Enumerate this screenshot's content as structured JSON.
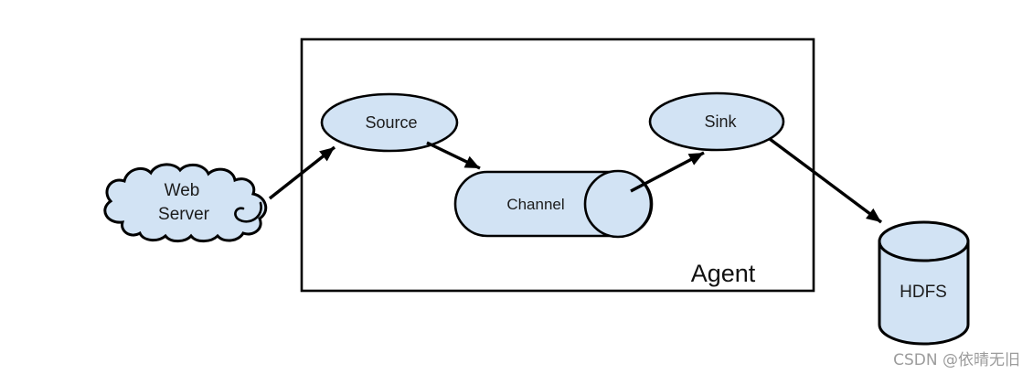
{
  "diagram": {
    "type": "flow-diagram",
    "container": {
      "label": "Agent"
    },
    "nodes": {
      "web_server": {
        "label": "Web Server",
        "line1": "Web",
        "line2": "Server",
        "shape": "cloud"
      },
      "source": {
        "label": "Source",
        "shape": "ellipse"
      },
      "channel": {
        "label": "Channel",
        "shape": "horizontal-cylinder"
      },
      "sink": {
        "label": "Sink",
        "shape": "ellipse"
      },
      "hdfs": {
        "label": "HDFS",
        "shape": "database-cylinder"
      }
    },
    "edges": [
      {
        "from": "Web Server",
        "to": "Source"
      },
      {
        "from": "Source",
        "to": "Channel"
      },
      {
        "from": "Channel",
        "to": "Sink"
      },
      {
        "from": "Sink",
        "to": "HDFS"
      }
    ],
    "colors": {
      "node_fill": "#d2e3f4",
      "stroke": "#000000",
      "label": "#1c1c1c",
      "watermark": "#9c9c9c"
    }
  },
  "watermark": {
    "text": "CSDN @依晴无旧"
  }
}
